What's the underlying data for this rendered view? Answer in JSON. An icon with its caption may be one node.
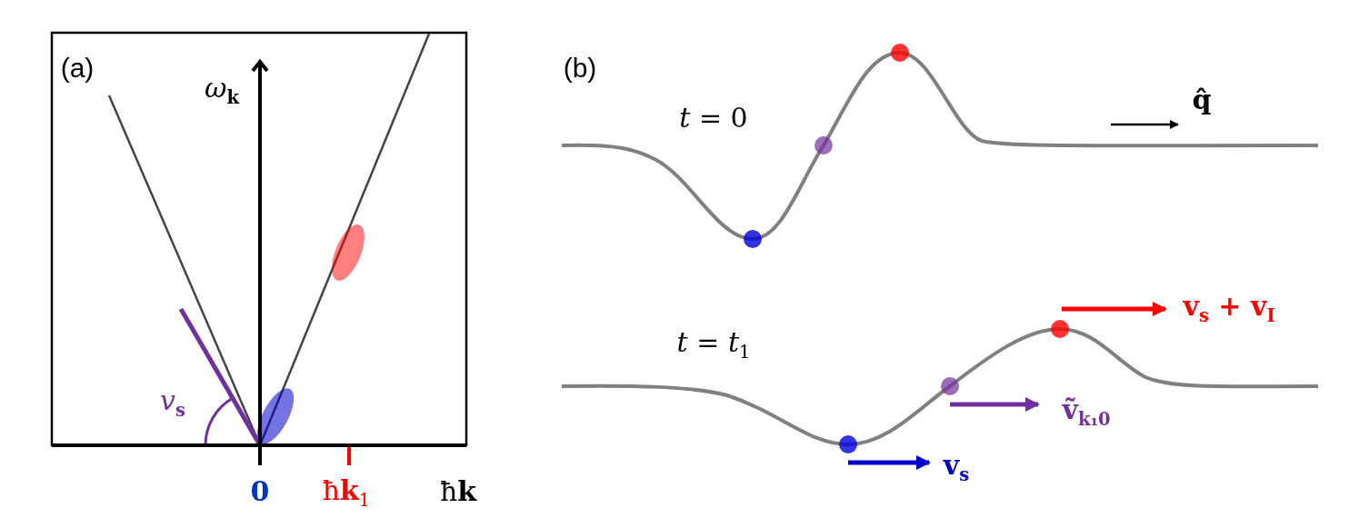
{
  "diagram": {
    "labels": [
      "(a)",
      "*ω*$_{k}$",
      "*v*$_{s}$",
      "0",
      "ħ**k**$_{1}$",
      "ħ**k**",
      "(b)",
      "*t* = 0",
      "q̂",
      "v$_{s}$ + v$_{I}$",
      "*t* = *t*$_{1}$",
      "ṽ$_{k₁0}$",
      "v$_{s}$"
    ]
  }
}
